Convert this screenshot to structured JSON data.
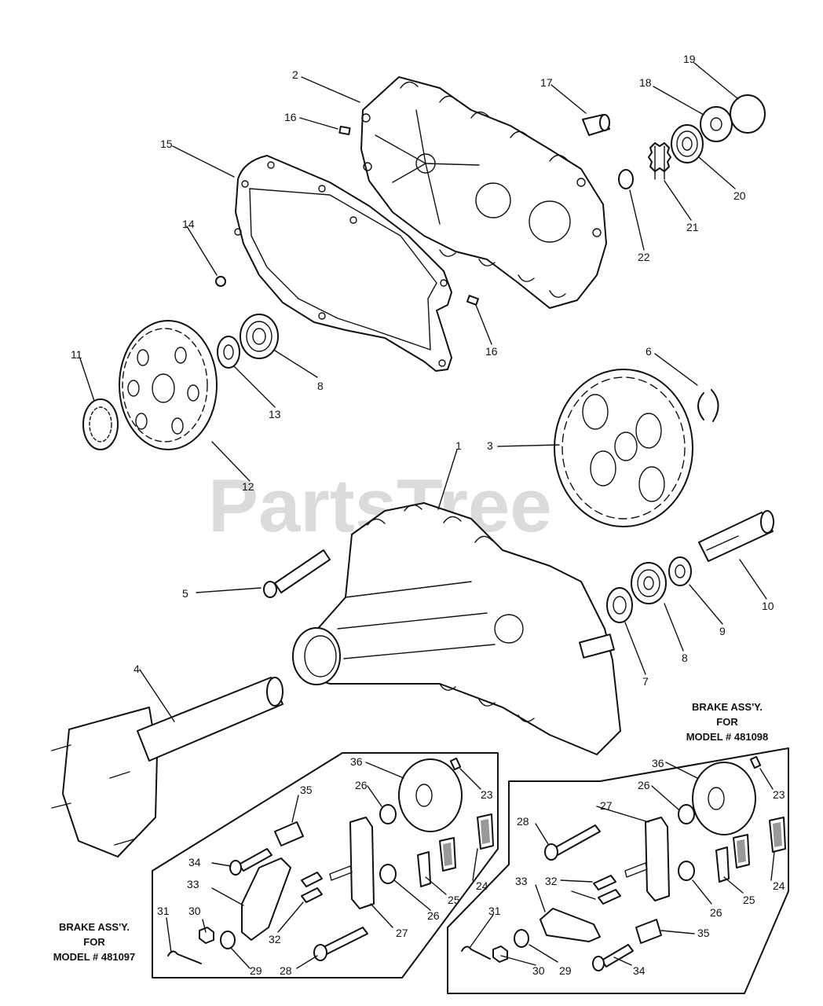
{
  "watermark": "PartsTree",
  "brake_assemblies": [
    {
      "line1": "BRAKE ASS'Y.",
      "line2": "FOR",
      "line3": "MODEL # 481097"
    },
    {
      "line1": "BRAKE ASS'Y.",
      "line2": "FOR",
      "line3": "MODEL # 481098"
    }
  ],
  "callouts": {
    "main": [
      "1",
      "2",
      "3",
      "4",
      "5",
      "6",
      "7",
      "8",
      "8",
      "9",
      "10",
      "11",
      "12",
      "13",
      "14",
      "15",
      "16",
      "16",
      "17",
      "18",
      "19",
      "20",
      "21",
      "22"
    ],
    "brake_481097": [
      "23",
      "24",
      "25",
      "26",
      "26",
      "27",
      "28",
      "29",
      "30",
      "31",
      "32",
      "33",
      "34",
      "35",
      "36"
    ],
    "brake_481098": [
      "23",
      "24",
      "25",
      "26",
      "26",
      "27",
      "28",
      "29",
      "30",
      "31",
      "32",
      "33",
      "34",
      "35",
      "36"
    ]
  }
}
